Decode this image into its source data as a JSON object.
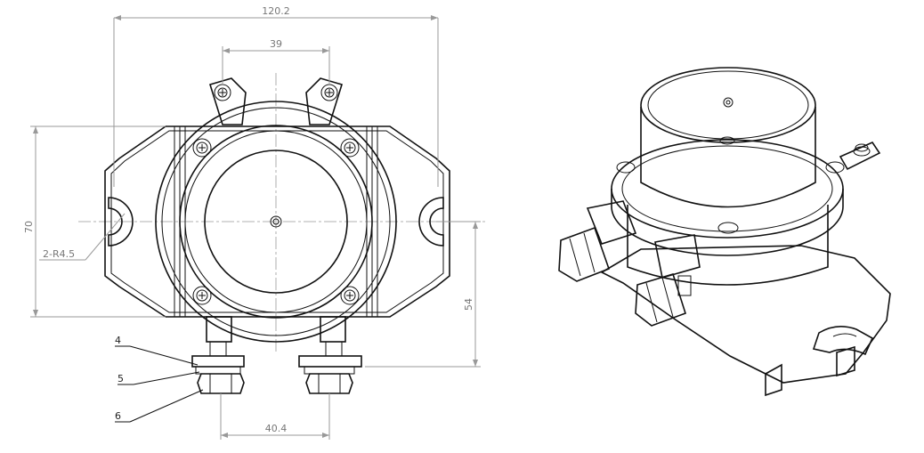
{
  "dimensions": {
    "overall_width": "120.2",
    "bolt_spacing": "39",
    "height": "70",
    "slot_radius": "2-R4.5",
    "center_to_base": "54",
    "gland_spacing": "40.4"
  },
  "part_callouts": [
    "4",
    "5",
    "6"
  ],
  "colors": {
    "line": "#111111",
    "dimension": "#999999",
    "text": "#777777"
  }
}
